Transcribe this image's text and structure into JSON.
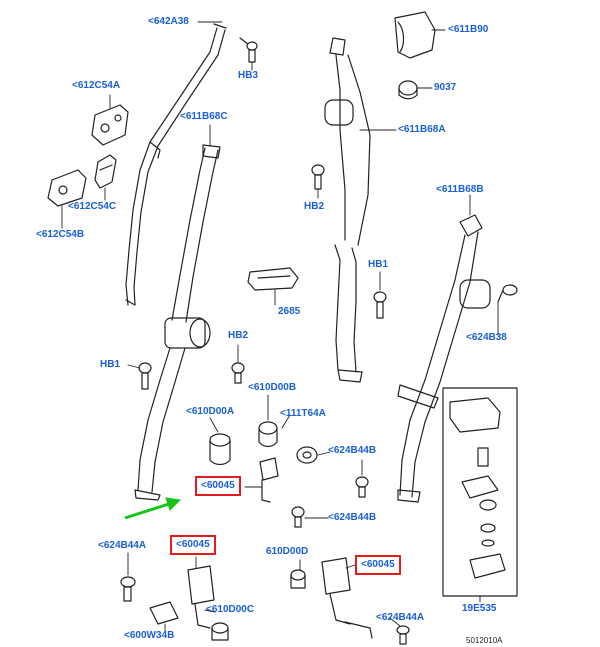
{
  "labels": {
    "p642A38": "<642A38",
    "hb3": "HB3",
    "p611B90": "<611B90",
    "p9037": "9037",
    "p612C54A": "<612C54A",
    "p611B68C": "<611B68C",
    "p611B68A": "<611B68A",
    "p612C54C": "<612C54C",
    "p612C54B": "<612C54B",
    "hb2_top": "HB2",
    "p611B68B": "<611B68B",
    "hb1_right": "HB1",
    "p2685": "2685",
    "p624B38": "<624B38",
    "hb2_mid": "HB2",
    "hb1_left": "HB1",
    "p610D00B": "<610D00B",
    "p610D00A": "<610D00A",
    "p111T64A": "<111T64A",
    "p624B44B_top": "<624B44B",
    "p60045_a": "<60045",
    "p624B44B_bot": "<624B44B",
    "p624B44A_left": "<624B44A",
    "p60045_b": "<60045",
    "p610D00D": "610D00D",
    "p60045_c": "<60045",
    "p610D00C": "<610D00C",
    "p600W34B": "<600W34B",
    "p624B44A_right": "<624B44A",
    "p19E535": "19E535",
    "ref": "5012010A"
  }
}
